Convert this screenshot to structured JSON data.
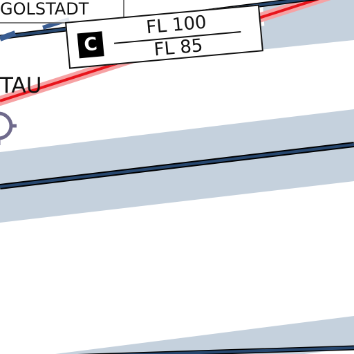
{
  "map": {
    "colors": {
      "background": "#ffffff",
      "band": "#c5d1dd",
      "boundary_line": "#27476f",
      "boundary_outline": "#000000",
      "route": "#e8141b",
      "route_halo": "#f6a2a4",
      "navaid": "#6f6a8c"
    },
    "place_labels": {
      "ingolstadt": "GOLSTADT",
      "tau": "TAU"
    },
    "airspace": {
      "class": "C",
      "upper_limit": "FL 100",
      "lower_limit": "FL 85"
    },
    "icons": {
      "navaid": "vor-navaid-icon"
    }
  }
}
